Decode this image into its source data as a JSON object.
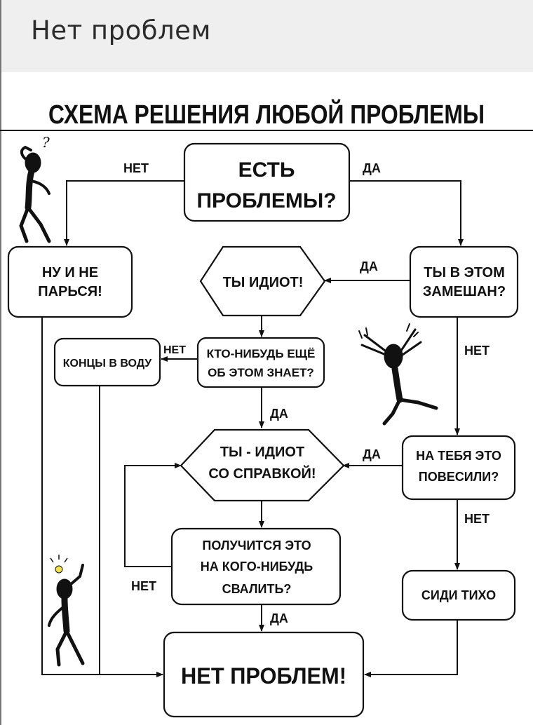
{
  "header": {
    "title": "Нет проблем"
  },
  "diagram": {
    "title": "СХЕМА РЕШЕНИЯ ЛЮБОЙ ПРОБЛЕМЫ",
    "nodes": {
      "start": [
        "ЕСТЬ",
        "ПРОБЛЕМЫ?"
      ],
      "dont_worry": [
        "НУ И НЕ",
        "ПАРЬСЯ!"
      ],
      "involved": [
        "ТЫ В ЭТОМ",
        "ЗАМЕШАН?"
      ],
      "idiot": [
        "ТЫ ИДИОТ!"
      ],
      "knows": [
        "КТО-НИБУДЬ ЕЩЁ",
        "ОБ ЭТОМ ЗНАЕТ?"
      ],
      "hide": [
        "КОНЦЫ В ВОДУ"
      ],
      "certified_idiot": [
        "ТЫ - ИДИОТ",
        "СО СПРАВКОЙ!"
      ],
      "blamed": [
        "НА ТЕБЯ ЭТО",
        "ПОВЕСИЛИ?"
      ],
      "blame_other": [
        "ПОЛУЧИТСЯ ЭТО",
        "НА КОГО-НИБУДЬ",
        "СВАЛИТЬ?"
      ],
      "sit_quiet": [
        "СИДИ ТИХО"
      ],
      "no_problem": [
        "НЕТ ПРОБЛЕМ!"
      ]
    },
    "edge_labels": {
      "start_no": "НЕТ",
      "start_yes": "ДА",
      "involved_yes": "ДА",
      "involved_no": "НЕТ",
      "knows_no": "НЕТ",
      "knows_yes": "ДА",
      "blamed_yes": "ДА",
      "blamed_no": "НЕТ",
      "blame_other_no": "НЕТ",
      "blame_other_yes": "ДА"
    },
    "decor": {
      "question_mark": "?"
    }
  }
}
